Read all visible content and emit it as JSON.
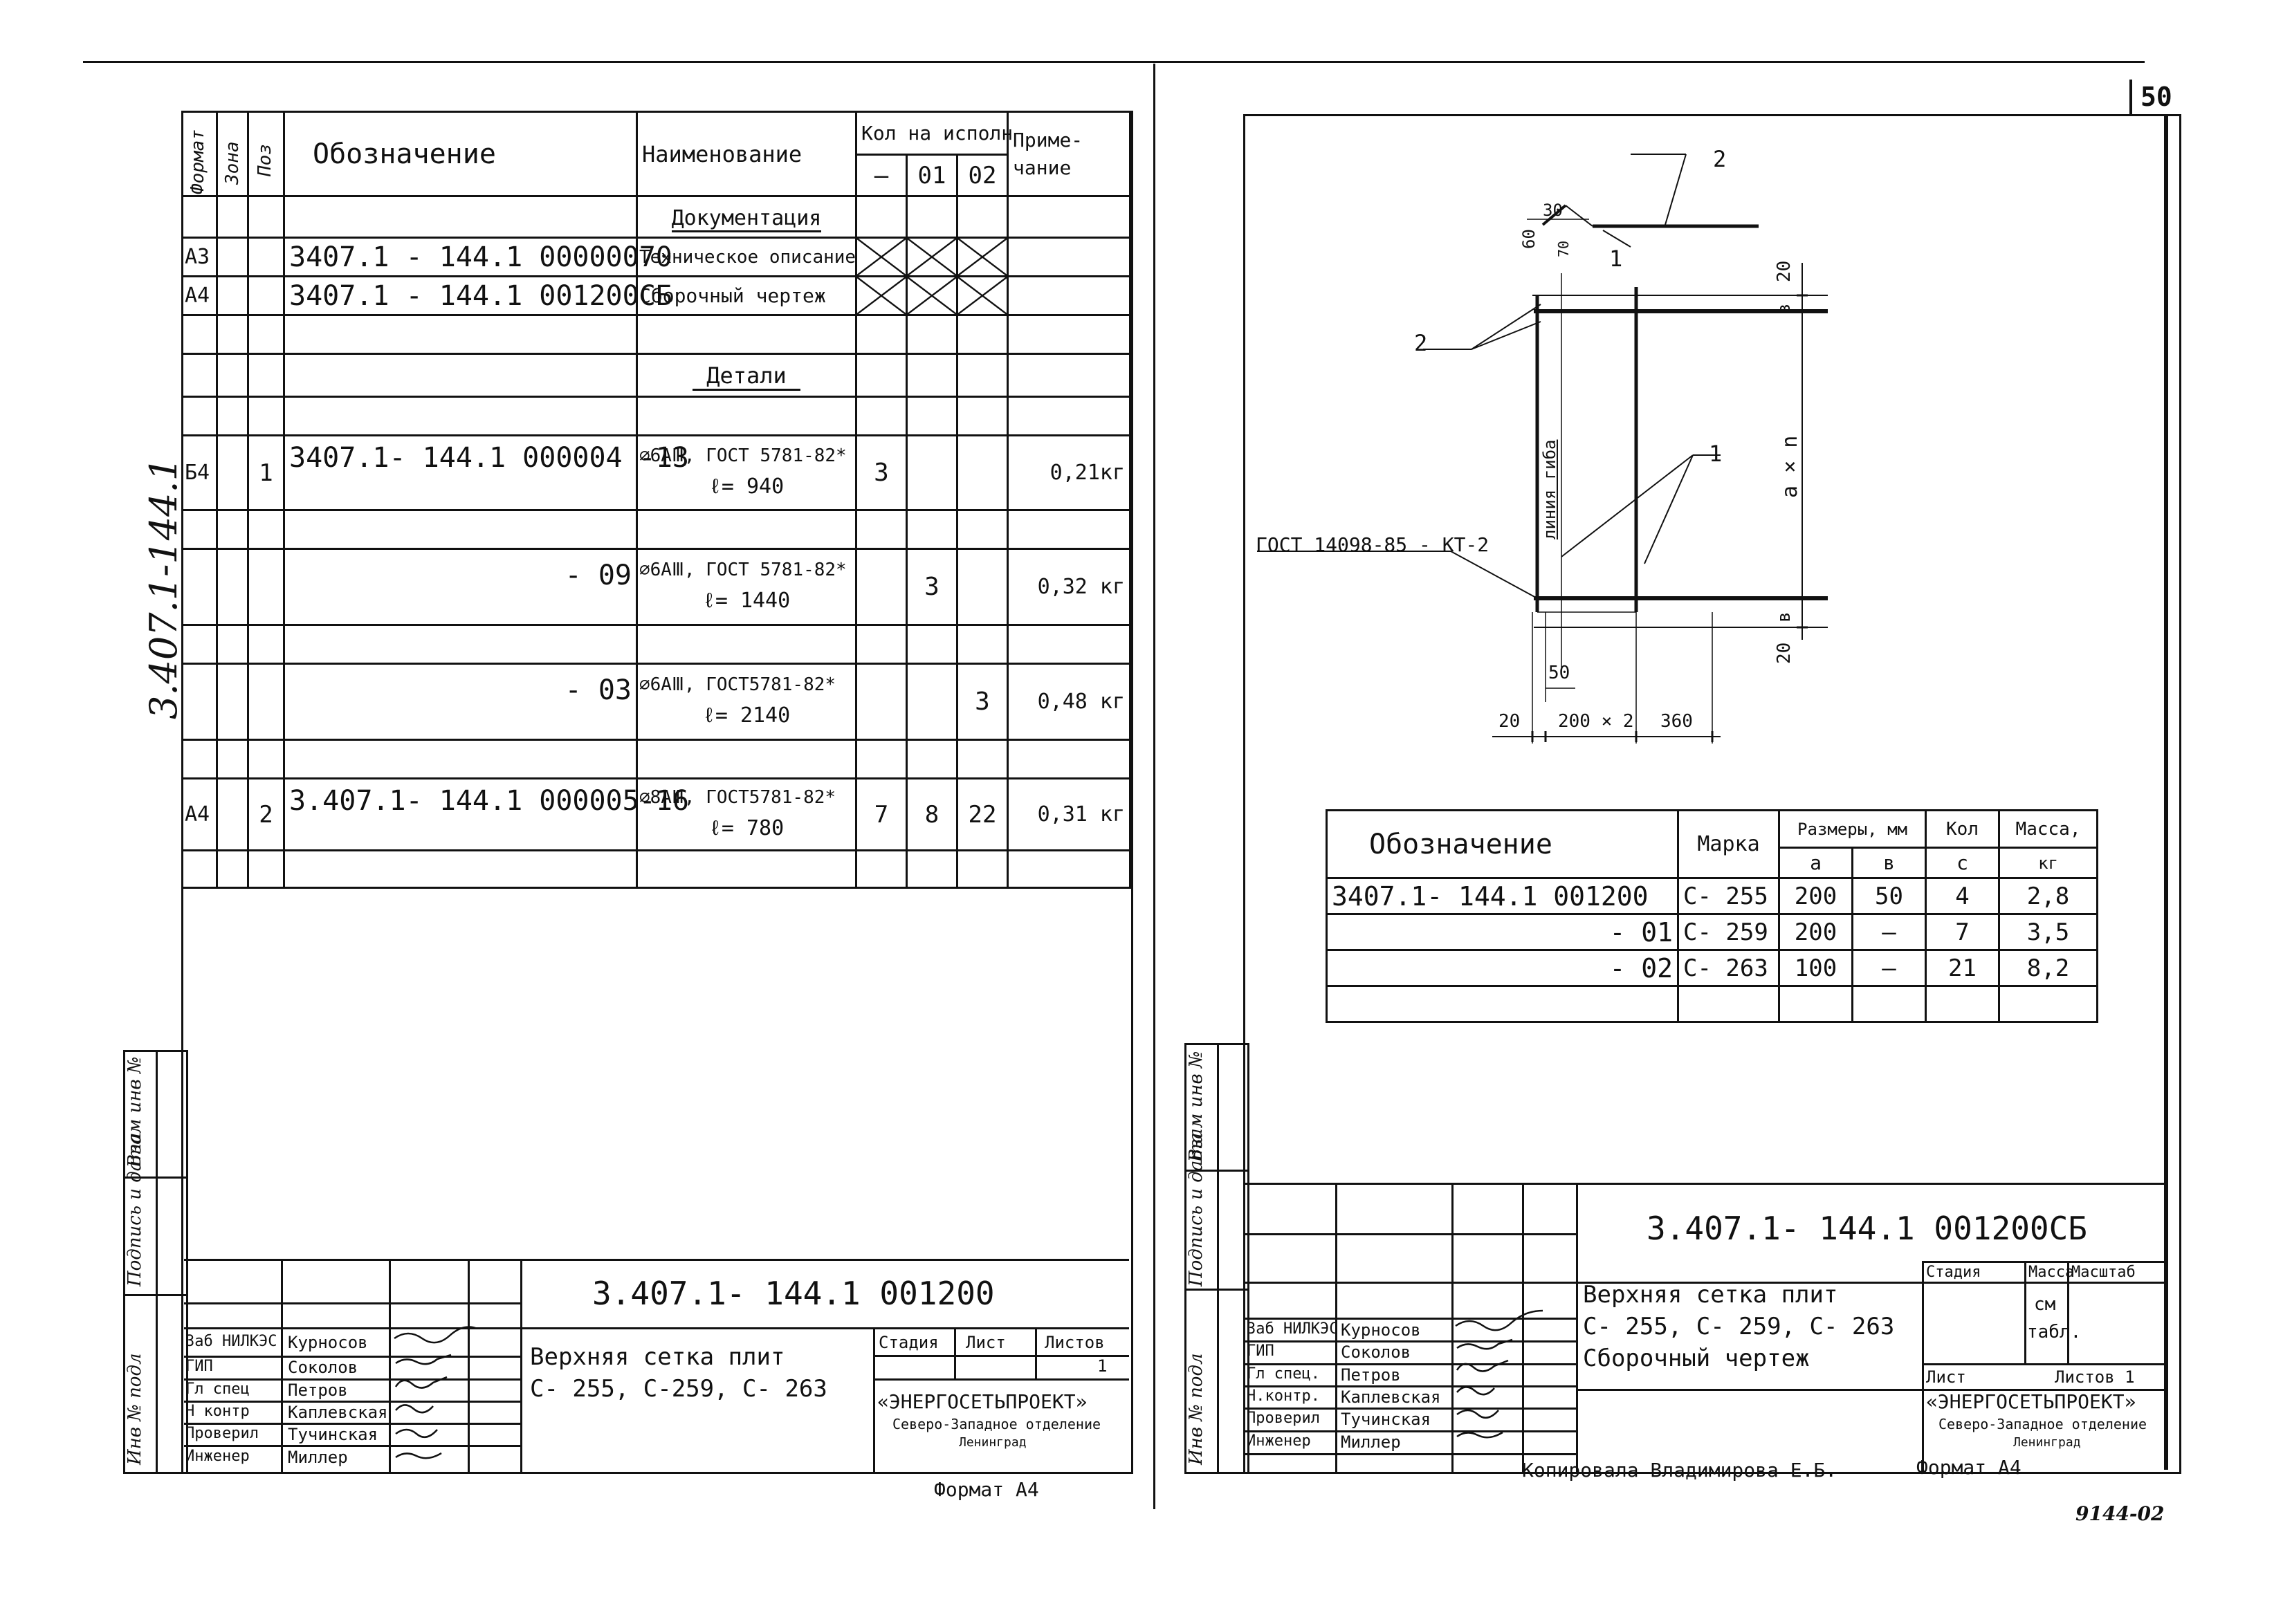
{
  "page_number": "50",
  "side_code": "3.407.1-144.1",
  "bottom_ref": "9144-02",
  "copied_by": "Копировала Владимирова Е.Б.",
  "left": {
    "header": {
      "format": "Формат",
      "zone": "Зона",
      "pos": "Поз",
      "designation": "Обозначение",
      "name": "Наименование",
      "qty": "Кол на исполн",
      "qty_dash": "—",
      "qty_01": "01",
      "qty_02": "02",
      "note": "Приме-чание"
    },
    "sections": {
      "documentation": "Документация",
      "parts": "Детали"
    },
    "rows": {
      "doc1": {
        "format": "А3",
        "designation": "3407.1 - 144.1  00000070",
        "name": "Техническое описание"
      },
      "doc2": {
        "format": "А4",
        "designation": "3407.1 - 144.1  001200СБ",
        "name": "Сборочный чертеж"
      },
      "p1": {
        "format": "Б4",
        "pos": "1",
        "designation": "3407.1-  144.1  000004 -13",
        "name1": "⌀6АⅢ, ГОСТ 5781-82*",
        "name2": "ℓ= 940",
        "q0": "3",
        "note": "0,21кг"
      },
      "p2": {
        "designation": "- 09",
        "name1": "⌀6АⅢ, ГОСТ 5781-82*",
        "name2": "ℓ= 1440",
        "q01": "3",
        "note": "0,32 кг"
      },
      "p3": {
        "designation": "- 03",
        "name1": "⌀6АⅢ, ГОСТ5781-82*",
        "name2": "ℓ= 2140",
        "q02": "3",
        "note": "0,48 кг"
      },
      "p4": {
        "format": "А4",
        "pos": "2",
        "designation": "3.407.1-  144.1 000005-16",
        "name1": "⌀8АⅢ, ГОСТ5781-82*",
        "name2": "ℓ= 780",
        "q0": "7",
        "q01": "8",
        "q02": "22",
        "note": "0,31 кг"
      }
    },
    "side_labels": {
      "inv_orig": "Инв № подл",
      "sign_date": "Подпись и дата",
      "vzam": "Взам инв №"
    },
    "stamp": {
      "code": "3.407.1-  144.1  001200",
      "title1": "Верхняя   сетка   плит",
      "title2": "С- 255,   С-259,   С- 263",
      "stage": "Стадия",
      "sheet": "Лист",
      "sheets": "Листов",
      "sheets_val": "1",
      "org1": "«ЭНЕРГОСЕТЬПРОЕКТ»",
      "org2": "Северо-Западное отделение",
      "org3": "Ленинград",
      "people": [
        {
          "role": "Заб НИЛКЭС",
          "name": "Курносов"
        },
        {
          "role": "ГИП",
          "name": "Соколов"
        },
        {
          "role": "Гл спец",
          "name": "Петров"
        },
        {
          "role": "Н контр",
          "name": "Каплевская"
        },
        {
          "role": "Проверил",
          "name": "Тучинская"
        },
        {
          "role": "Инженер",
          "name": "Миллер"
        }
      ],
      "format": "Формат А4"
    }
  },
  "right": {
    "drawing": {
      "label_2_top": "2",
      "label_1_top": "1",
      "label_2_left": "2",
      "label_1_right": "1",
      "dim_30": "30",
      "dim_60": "60",
      "dim_70": "70",
      "dim_20_top": "20",
      "dim_b_top": "в",
      "dim_a_n": "а × n",
      "dim_b_bot": "в",
      "dim_20_bot": "20",
      "dim_50": "50",
      "dim_20_left": "20",
      "dim_200_2": "200 × 2",
      "dim_360": "360",
      "bend_line": "линия гиба",
      "gost_label": "ГОСТ 14098-85 - КТ-2"
    },
    "table": {
      "h_designation": "Обозначение",
      "h_mark": "Марка",
      "h_sizes": "Размеры, мм",
      "h_a": "а",
      "h_b": "в",
      "h_qty": "Кол",
      "h_c": "с",
      "h_mass": "Масса,",
      "h_kg": "кг",
      "rows": [
        {
          "designation": "3407.1-  144.1  001200",
          "mark": "С- 255",
          "a": "200",
          "b": "50",
          "c": "4",
          "mass": "2,8"
        },
        {
          "designation": "- 01",
          "mark": "С- 259",
          "a": "200",
          "b": "—",
          "c": "7",
          "mass": "3,5"
        },
        {
          "designation": "- 02",
          "mark": "С- 263",
          "a": "100",
          "b": "—",
          "c": "21",
          "mass": "8,2"
        }
      ]
    },
    "stamp": {
      "code": "3.407.1-  144.1  001200СБ",
      "title1": "Верхняя   сетка   плит",
      "title2": "С- 255,   С- 259,  С- 263",
      "title3": "Сборочный    чертеж",
      "stage": "Стадия",
      "mass": "Масса",
      "scale": "Масштаб",
      "mass_val1": "см",
      "mass_val2": "табл.",
      "sheet": "Лист",
      "sheets": "Листов 1",
      "org1": "«ЭНЕРГОСЕТЬПРОЕКТ»",
      "org2": "Северо-Западное отделение",
      "org3": "Ленинград",
      "people": [
        {
          "role": "Заб НИЛКЭС",
          "name": "Курносов"
        },
        {
          "role": "ГИП",
          "name": "Соколов"
        },
        {
          "role": "Гл спец.",
          "name": "Петров"
        },
        {
          "role": "Н.контр.",
          "name": "Каплевская"
        },
        {
          "role": "Проверил",
          "name": "Тучинская"
        },
        {
          "role": "Инженер",
          "name": "Миллер"
        }
      ],
      "format": "Формат А4"
    },
    "side_labels": {
      "inv_orig": "Инв № подл",
      "sign_date": "Подпись и дата",
      "vzam": "Взам инв №"
    }
  }
}
